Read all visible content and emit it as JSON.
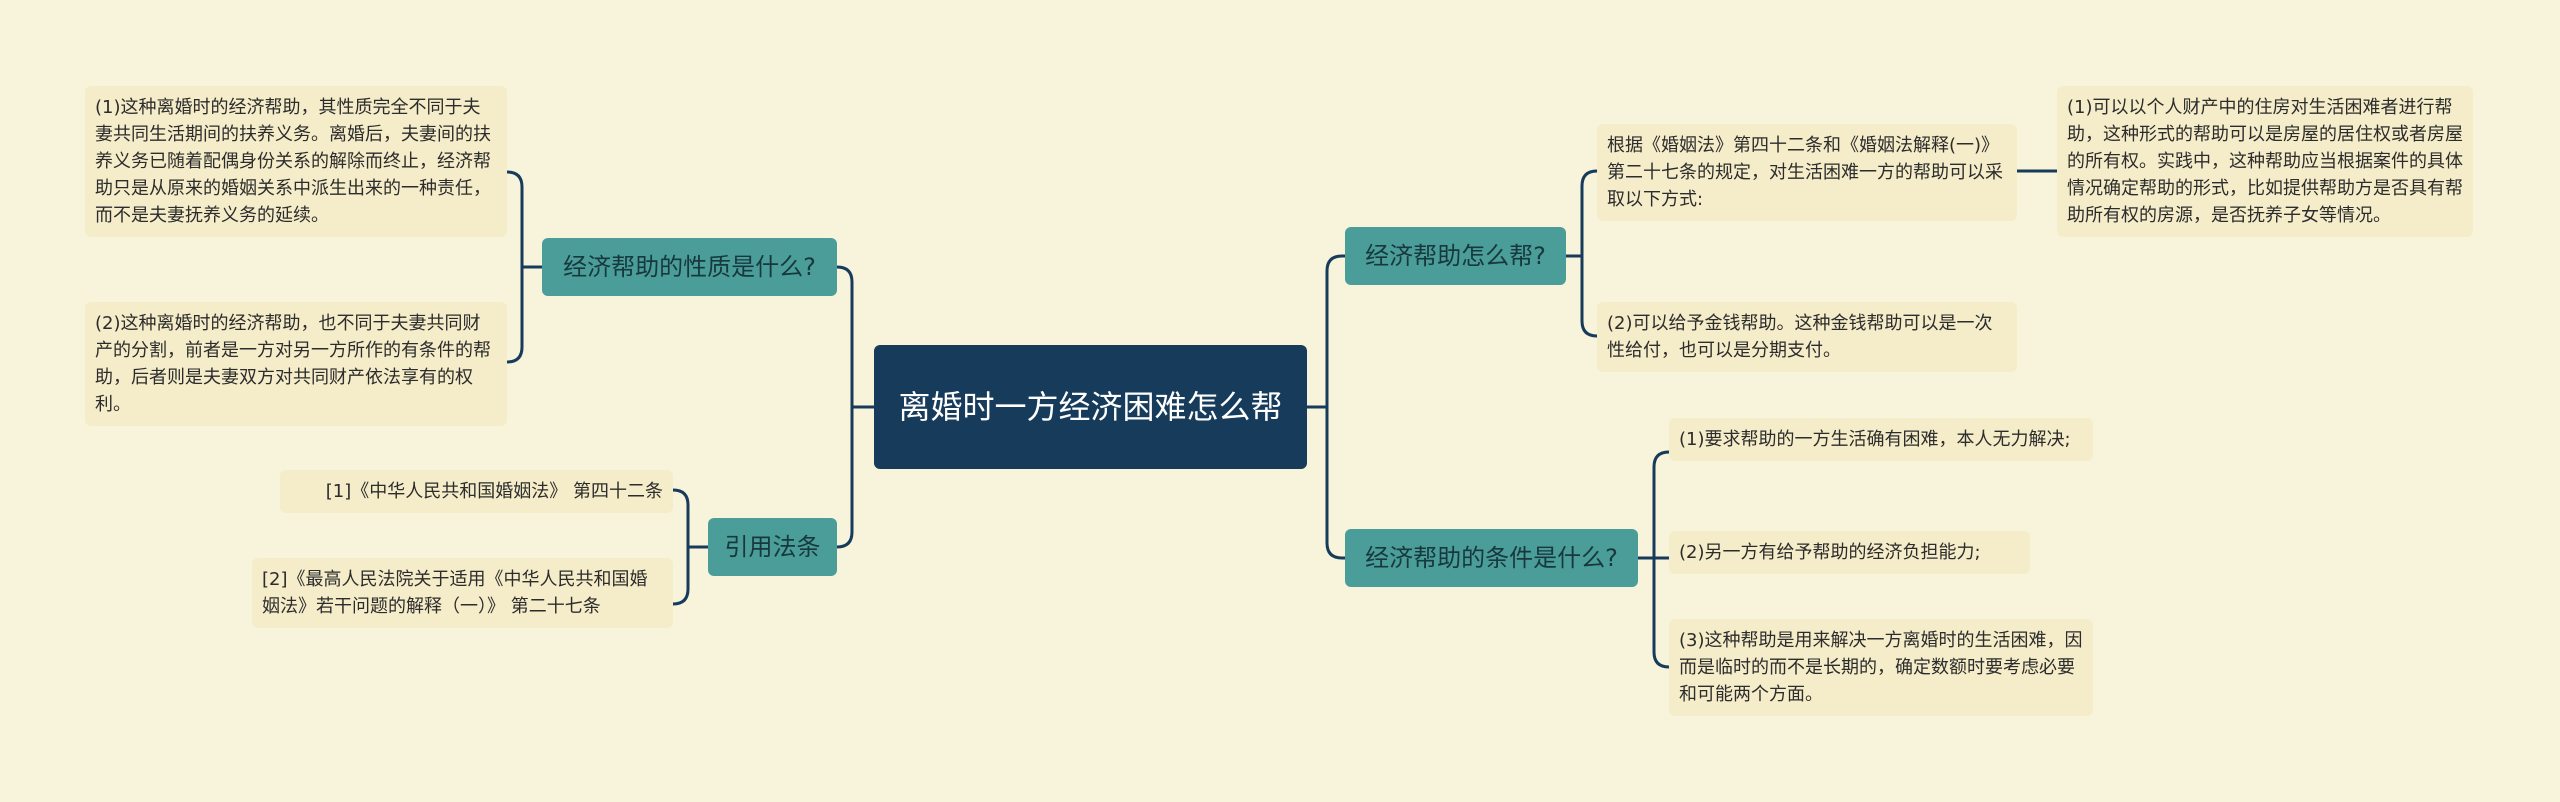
{
  "root": {
    "title": "离婚时一方经济困难怎么帮"
  },
  "nature": {
    "label": "经济帮助的性质是什么?",
    "items": [
      "(1)这种离婚时的经济帮助，其性质完全不同于夫妻共同生活期间的扶养义务。离婚后，夫妻间的扶养义务已随着配偶身份关系的解除而终止，经济帮助只是从原来的婚姻关系中派生出来的一种责任，而不是夫妻抚养义务的延续。",
      "(2)这种离婚时的经济帮助，也不同于夫妻共同财产的分割，前者是一方对另一方所作的有条件的帮助，后者则是夫妻双方对共同财产依法享有的权利。"
    ]
  },
  "laws": {
    "label": "引用法条",
    "items": [
      "[1]《中华人民共和国婚姻法》 第四十二条",
      "[2]《最高人民法院关于适用《中华人民共和国婚姻法》若干问题的解释（一）》 第二十七条"
    ]
  },
  "how": {
    "label": "经济帮助怎么帮?",
    "items": [
      "根据《婚姻法》第四十二条和《婚姻法解释(一)》第二十七条的规定，对生活困难一方的帮助可以采取以下方式:",
      "(2)可以给予金钱帮助。这种金钱帮助可以是一次性给付，也可以是分期支付。"
    ],
    "detail": "(1)可以以个人财产中的住房对生活困难者进行帮助，这种形式的帮助可以是房屋的居住权或者房屋的所有权。实践中，这种帮助应当根据案件的具体情况确定帮助的形式，比如提供帮助方是否具有帮助所有权的房源，是否抚养子女等情况。"
  },
  "conditions": {
    "label": "经济帮助的条件是什么?",
    "items": [
      "(1)要求帮助的一方生活确有困难，本人无力解决;",
      "(2)另一方有给予帮助的经济负担能力;",
      "(3)这种帮助是用来解决一方离婚时的生活困难，因而是临时的而不是长期的，确定数额时要考虑必要和可能两个方面。"
    ]
  },
  "colors": {
    "background": "#f8f3db",
    "root": "#173b5b",
    "branch": "#4b9d9a",
    "leaf": "#f5ecc9",
    "line": "#173b5b"
  }
}
